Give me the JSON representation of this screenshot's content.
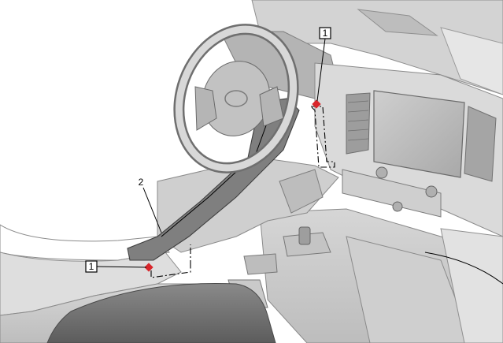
{
  "diagram": {
    "callouts": [
      {
        "id": "callout-1-upper",
        "label": "1"
      },
      {
        "id": "callout-2",
        "label": "2"
      },
      {
        "id": "callout-1-lower",
        "label": "1"
      }
    ],
    "colors": {
      "interior_dark": "#7d7d7d",
      "interior_mid": "#b9b9b9",
      "interior_light": "#dcdcdc",
      "interior_pale": "#ececec",
      "outline": "#8a8a8a",
      "clip_marker": "#d9262b"
    }
  }
}
